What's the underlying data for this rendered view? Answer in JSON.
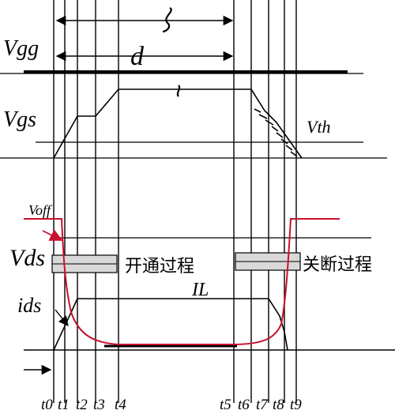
{
  "labels": {
    "vgg": "Vgg",
    "vgs": "Vgs",
    "vth": "Vth",
    "voff": "Voff",
    "vds": "Vds",
    "ids": "ids",
    "il": "IL",
    "d": "d",
    "turn_on": "开通过程",
    "turn_off": "关断过程"
  },
  "time_labels": [
    "t0",
    "t1",
    "t2",
    "t3",
    "t4",
    "t5",
    "t6",
    "t7",
    "t8",
    "t9"
  ],
  "colors": {
    "line": "#000000",
    "vds_curve": "#c8102e",
    "box_fill": "#d9d9d9"
  }
}
